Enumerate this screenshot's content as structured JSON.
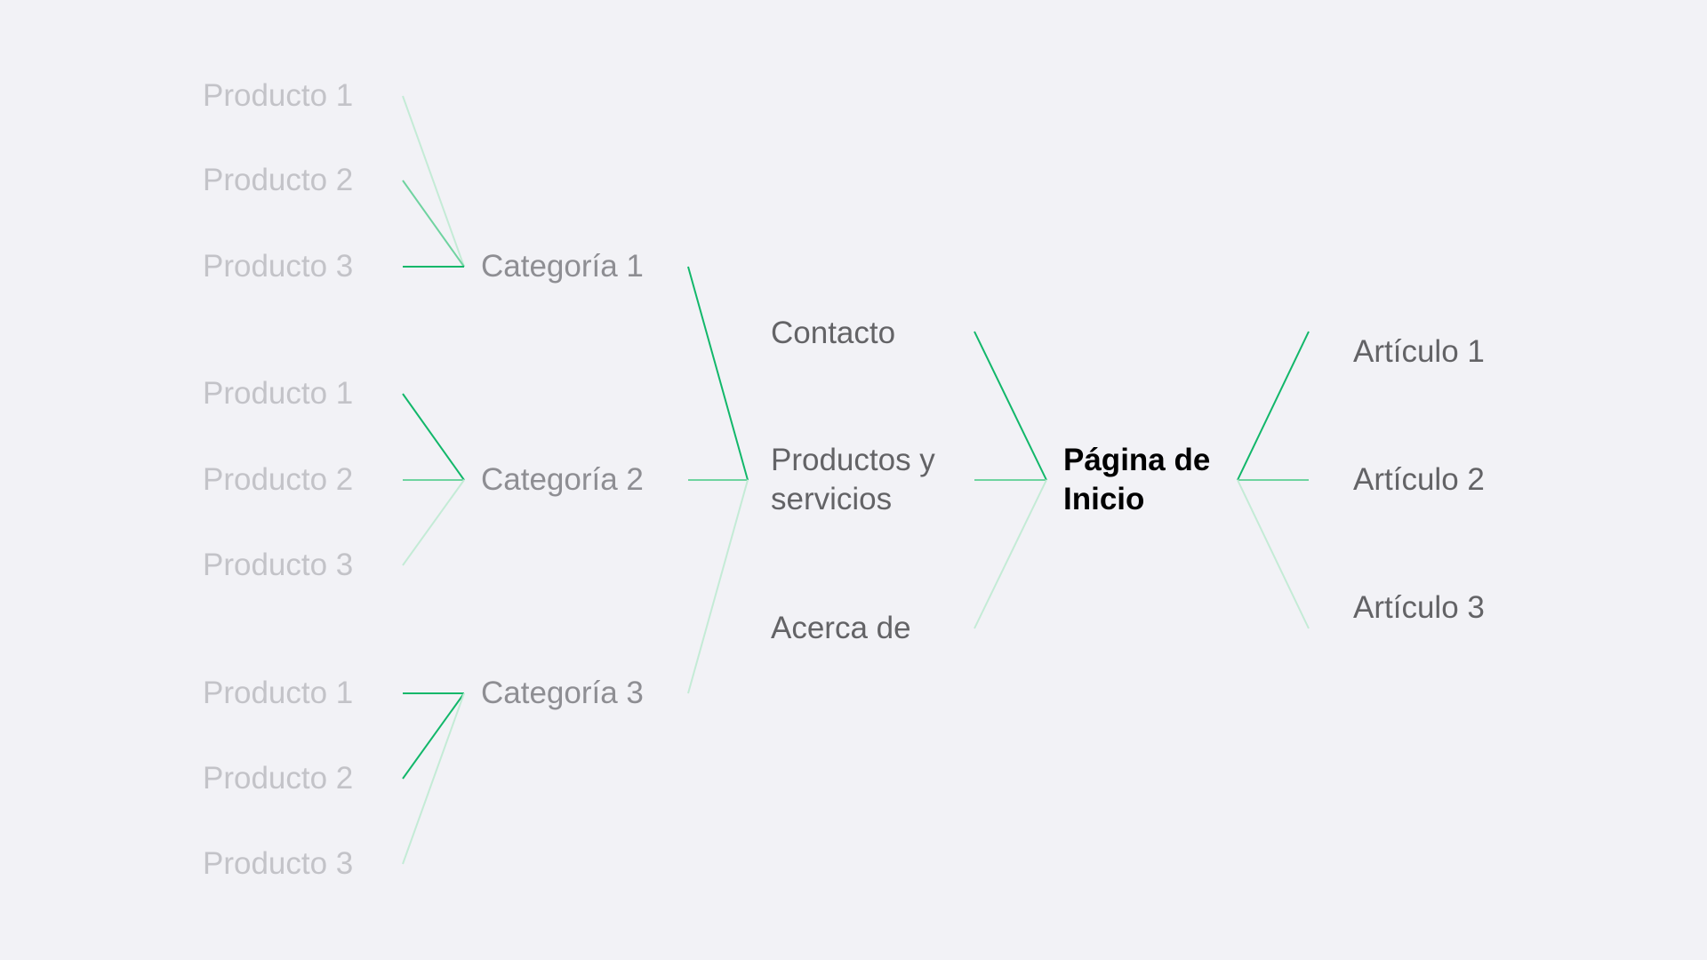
{
  "products": [
    {
      "group": "Categoría 1",
      "items": [
        "Producto 1",
        "Producto 2",
        "Producto 3"
      ]
    },
    {
      "group": "Categoría 2",
      "items": [
        "Producto 1",
        "Producto 2",
        "Producto 3"
      ]
    },
    {
      "group": "Categoría 3",
      "items": [
        "Producto 1",
        "Producto 2",
        "Producto 3"
      ]
    }
  ],
  "categories": [
    "Categoría 1",
    "Categoría 2",
    "Categoría 3"
  ],
  "sections": {
    "contact": "Contacto",
    "products_line1": "Productos y",
    "products_line2": "servicios",
    "about": "Acerca de"
  },
  "home": {
    "line1": "Página de",
    "line2": "Inicio"
  },
  "articles": [
    "Artículo 1",
    "Artículo 2",
    "Artículo 3"
  ],
  "colors": {
    "strong": "#12b76a",
    "medium": "#6fd3a0",
    "light": "#c4ebd6"
  }
}
